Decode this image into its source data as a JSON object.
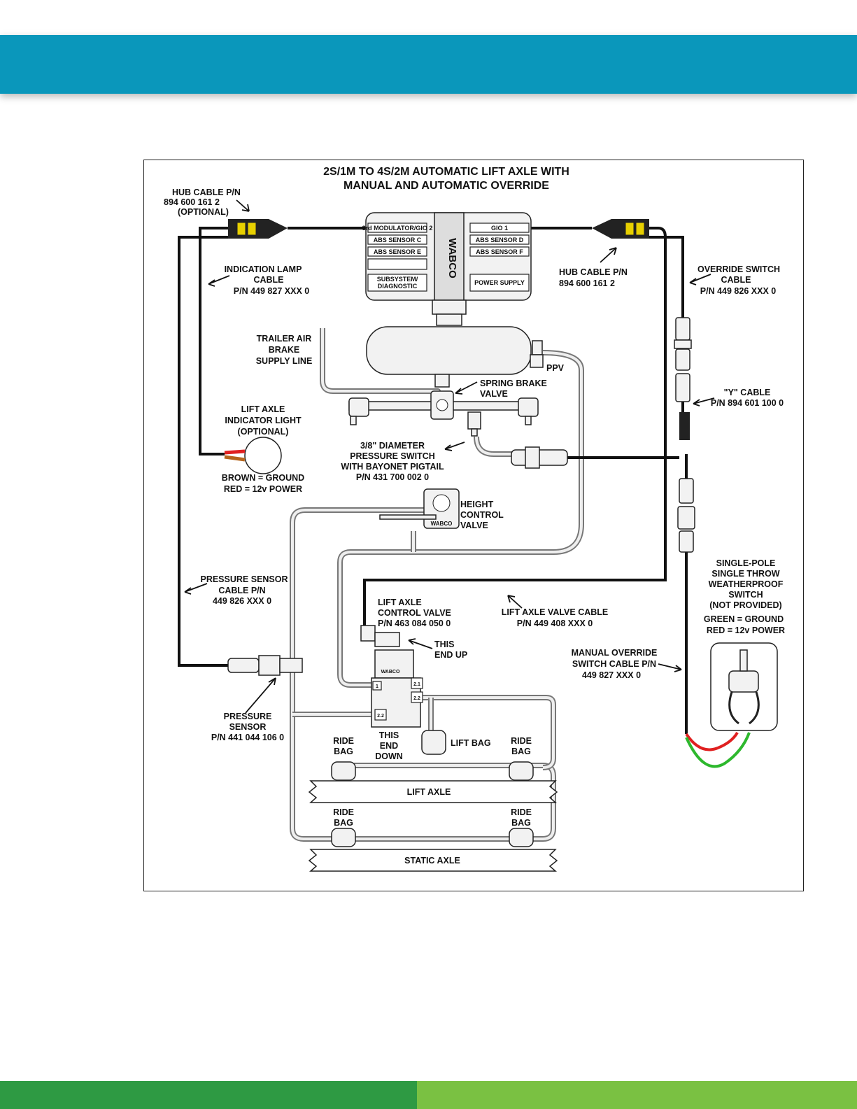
{
  "diagram": {
    "title_line1": "2S/1M TO 4S/2M AUTOMATIC LIFT AXLE WITH",
    "title_line2": "MANUAL AND AUTOMATIC OVERRIDE",
    "ecu": {
      "left_ports": [
        "3rd MODULATOR/GIO 2",
        "ABS SENSOR C",
        "ABS SENSOR E",
        "",
        "SUBSYSTEM/",
        "DIAGNOSTIC"
      ],
      "right_ports": [
        "GIO 1",
        "ABS SENSOR D",
        "ABS SENSOR F",
        "POWER SUPPLY"
      ],
      "brand": "WABCO"
    },
    "labels": {
      "hub_left": [
        "HUB CABLE P/N",
        "894 600 161 2",
        "(OPTIONAL)"
      ],
      "hub_right": [
        "HUB CABLE P/N",
        "894 600 161 2"
      ],
      "indication_lamp": [
        "INDICATION LAMP",
        "CABLE",
        "P/N 449 827 XXX 0"
      ],
      "override_switch": [
        "OVERRIDE SWITCH",
        "CABLE",
        "P/N 449 826 XXX 0"
      ],
      "trailer_air": [
        "TRAILER AIR",
        "BRAKE",
        "SUPPLY LINE"
      ],
      "ppv": "PPV",
      "spring_brake": [
        "SPRING BRAKE",
        "VALVE"
      ],
      "y_cable": [
        "\"Y\" CABLE",
        "P/N 894 601 100 0"
      ],
      "lift_axle_light": [
        "LIFT AXLE",
        "INDICATOR LIGHT",
        "(OPTIONAL)"
      ],
      "pressure_switch": [
        "3/8\" DIAMETER",
        "PRESSURE SWITCH",
        "WITH BAYONET PIGTAIL",
        "P/N 431 700 002 0"
      ],
      "brown_red": [
        "BROWN = GROUND",
        "RED = 12v POWER"
      ],
      "height_control": [
        "HEIGHT",
        "CONTROL",
        "VALVE"
      ],
      "hcv_brand": "WABCO",
      "single_pole": [
        "SINGLE-POLE",
        "SINGLE THROW",
        "WEATHERPROOF",
        "SWITCH",
        "(NOT PROVIDED)"
      ],
      "green_red": [
        "GREEN = GROUND",
        "RED = 12v POWER"
      ],
      "pressure_sensor_cable": [
        "PRESSURE SENSOR",
        "CABLE P/N",
        "449 826 XXX 0"
      ],
      "lift_axle_control": [
        "LIFT AXLE",
        "CONTROL VALVE",
        "P/N 463 084 050 0"
      ],
      "lift_axle_valve_cable": [
        "LIFT AXLE VALVE CABLE",
        "P/N 449 408 XXX 0"
      ],
      "this_end_up": [
        "THIS",
        "END UP"
      ],
      "manual_override": [
        "MANUAL OVERRIDE",
        "SWITCH CABLE P/N",
        "449 827 XXX 0"
      ],
      "pressure_sensor": [
        "PRESSURE",
        "SENSOR",
        "P/N 441 044 106 0"
      ],
      "this_end_down": [
        "THIS",
        "END",
        "DOWN"
      ],
      "lift_bag": "LIFT BAG",
      "ride_bag": [
        "RIDE",
        "BAG"
      ],
      "lift_axle": "LIFT AXLE",
      "static_axle": "STATIC AXLE",
      "lacv_brand": "WABCO",
      "port_labels": [
        "1",
        "2.1",
        "2.2",
        "2.2"
      ]
    },
    "colors": {
      "header": "#0a97bb",
      "footer_left": "#2e9a43",
      "footer_right": "#7ac142",
      "red_wire": "#e02020",
      "green_wire": "#2db82d",
      "brown_wire": "#b5651d",
      "connector_yellow": "#e8d000"
    }
  }
}
